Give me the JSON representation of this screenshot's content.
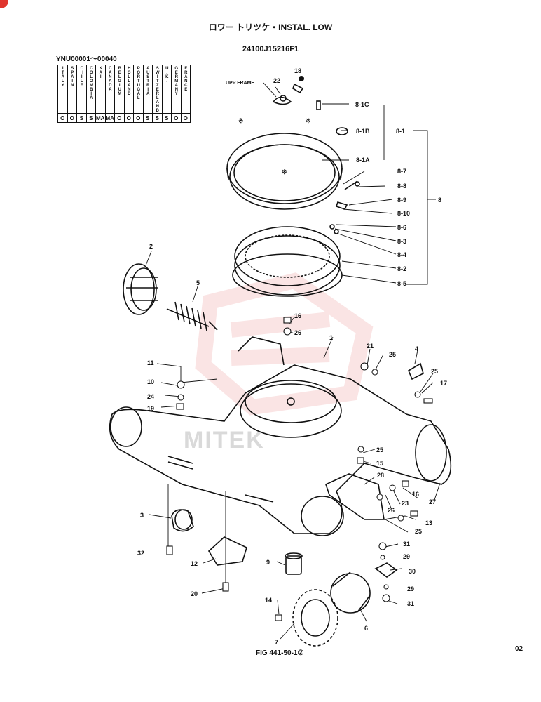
{
  "header": {
    "title": "ロワー トリツケ・INSTAL. LOW",
    "part_number": "24100J15216F1",
    "serial_range": "YNU00001～00040"
  },
  "country_table": {
    "countries": [
      {
        "name": "ITALY",
        "mark": "O"
      },
      {
        "name": "SPAIN",
        "mark": "O"
      },
      {
        "name": "CHILE",
        "mark": "S"
      },
      {
        "name": "COLOMBIA",
        "mark": "S"
      },
      {
        "name": "KAI",
        "mark": "MA"
      },
      {
        "name": "CANADA",
        "mark": "MA"
      },
      {
        "name": "BELGIUM",
        "mark": "O"
      },
      {
        "name": "HOLLAND",
        "mark": "O"
      },
      {
        "name": "PORTUGAL",
        "mark": "O"
      },
      {
        "name": "AUSTRIA",
        "mark": "S"
      },
      {
        "name": "SWITZERLAND",
        "mark": "S"
      },
      {
        "name": "U.K.",
        "mark": "S"
      },
      {
        "name": "GERMANY",
        "mark": "O"
      },
      {
        "name": "FRANCE",
        "mark": "O"
      }
    ]
  },
  "diagram": {
    "upp_frame_label": "UPP FRAME",
    "star_mark": "※",
    "watermark_text": "MITEK",
    "colors": {
      "line": "#111111",
      "watermark": "#f2b3b3",
      "accent": "#e0362e"
    },
    "callouts": [
      "1",
      "2",
      "3",
      "4",
      "5",
      "6",
      "7",
      "8",
      "8-1",
      "8-1A",
      "8-1B",
      "8-1C",
      "8-2",
      "8-3",
      "8-4",
      "8-5",
      "8-6",
      "8-7",
      "8-8",
      "8-9",
      "8-10",
      "9",
      "10",
      "11",
      "12",
      "13",
      "14",
      "15",
      "16",
      "17",
      "19",
      "20",
      "21",
      "22",
      "23",
      "24",
      "25",
      "26",
      "27",
      "28",
      "29",
      "30",
      "31",
      "32",
      "18"
    ]
  },
  "footer": {
    "figure": "FIG 441-50-1②",
    "page": "02"
  }
}
